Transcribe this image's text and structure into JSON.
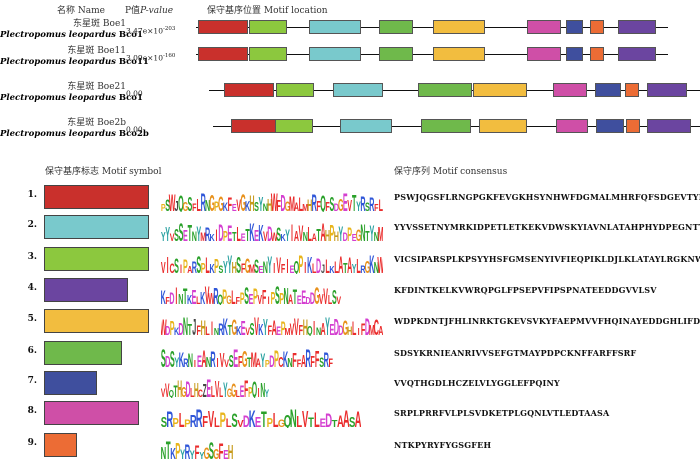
{
  "headers": {
    "name": "名称 Name",
    "pvalue_cn": "P值",
    "pvalue_en": "P-value",
    "location": "保守基序位置 Motif location",
    "symbol": "保守基序标志 Motif symbol",
    "consensus": "保守序列 Motif consensus"
  },
  "colors": {
    "motif1": "#c9302c",
    "motif2": "#79c9cc",
    "motif3": "#8cc83e",
    "motif4": "#6b45a0",
    "motif5": "#f2bd3f",
    "motif6": "#6fb94b",
    "motif7": "#3f4f9e",
    "motif8": "#cf4fa7",
    "motif9": "#ec6c35"
  },
  "genes": [
    {
      "cn": "东星斑 Boe1",
      "sci": "Plectropomus leopardus",
      "gene": "Bco1",
      "pvalue": "3.47e×10",
      "exp": "-203",
      "motifs": [
        "1",
        "3",
        "2",
        "6",
        "5",
        "8",
        "7",
        "9",
        "4"
      ]
    },
    {
      "cn": "东星斑 Boe11",
      "sci": "Plectropomus leopardus",
      "gene": "Bco11",
      "pvalue": "3.09e×10",
      "exp": "-160",
      "motifs": [
        "1",
        "3",
        "2",
        "6",
        "5",
        "8",
        "7",
        "9",
        "4"
      ]
    },
    {
      "cn": "东星斑 Boe21",
      "sci": "Plectropomus leopardus",
      "gene": "Bco1",
      "pvalue": "0.00",
      "exp": "",
      "motifs": [
        "1",
        "3",
        "2",
        "6",
        "5",
        "8",
        "7",
        "9",
        "4"
      ]
    },
    {
      "cn": "东星斑 Boe2b",
      "sci": "Plectropomus leopardus",
      "gene": "Bco2b",
      "pvalue": "0.00",
      "exp": "",
      "motifs": [
        "1",
        "3",
        "2",
        "6",
        "5",
        "8",
        "7",
        "9",
        "4"
      ]
    }
  ],
  "motifs": [
    {
      "num": "1.",
      "color": "#c9302c",
      "consensus": "PSWJQGSFLRNGPGKFEVGKHSYNHWFDGMALMHRFQFSDGEVTYRSRFL",
      "logo": "PSWJQGSFLRNGPGKFEVGKHSYNHWFDGMALMHRFQFSDGEVTYRSRFL"
    },
    {
      "num": "2.",
      "color": "#79c9cc",
      "consensus": "YYVSSETNYMRKIDPETLETKEKVDWSKYIAVNLATAHPHYDPEGNTYNM",
      "logo": "YYVSSETNYMRKIDPETLETKEKVDWSKYIAVNLATAHPHYDPEGNTYNM"
    },
    {
      "num": "3.",
      "color": "#8cc83e",
      "consensus": "VICSIPARSPLKPSYYHSFGMSENYIVFIEQPIKLDJLKLATAYLRGKNW",
      "logo": "VICSIPARSPLKPSYYHSFGMSENYIVFIEQPIKLDJLKLATAYLRGKNW"
    },
    {
      "num": "4.",
      "color": "#6b45a0",
      "consensus": "KFDINTKELKVWRQPGLFPSEPVFIPSPNATEEDDGVVLSV",
      "logo": "KFDINTKELKVWRQPGLFPSEPVFIPSPNATEEDDGVVLSV"
    },
    {
      "num": "5.",
      "color": "#f2bd3f",
      "consensus": "WDPKDNTJFHLINRKTGKEVSVKYFAEPMVVFHQINAYEDDGHLIFDMCA",
      "logo": "WDPKDNTJFHLINRKTGKEVSVKYFAEPMVVFHQINAYEDDGHLIFDMCA"
    },
    {
      "num": "6.",
      "color": "#6fb94b",
      "consensus": "SDSYKRNIEANRIVVSEFGTMAYPDPCKNFFARFFSRF",
      "logo": "SDSYKRNIEANRIVVSEFGTMAYPDPCKNFFARFFSRF"
    },
    {
      "num": "7.",
      "color": "#3f4f9e",
      "consensus": "VVQTHGDLHCZELVLYGGLEFPQINY",
      "logo": "VVQTHGDLHCZELVLYGGLEFPQINY"
    },
    {
      "num": "8.",
      "color": "#cf4fa7",
      "consensus": "SRPLPRRFVLPLSVDKETPLGQNLVTLEDTAASA",
      "logo": "SRPLPRRFVLPLSVDKETPLGQNLVTLEDTAASA"
    },
    {
      "num": "9.",
      "color": "#ec6c35",
      "consensus": "NTKPYRYFYGSGFEH",
      "logo": "NTKPYRYFYGSGFEH"
    }
  ]
}
